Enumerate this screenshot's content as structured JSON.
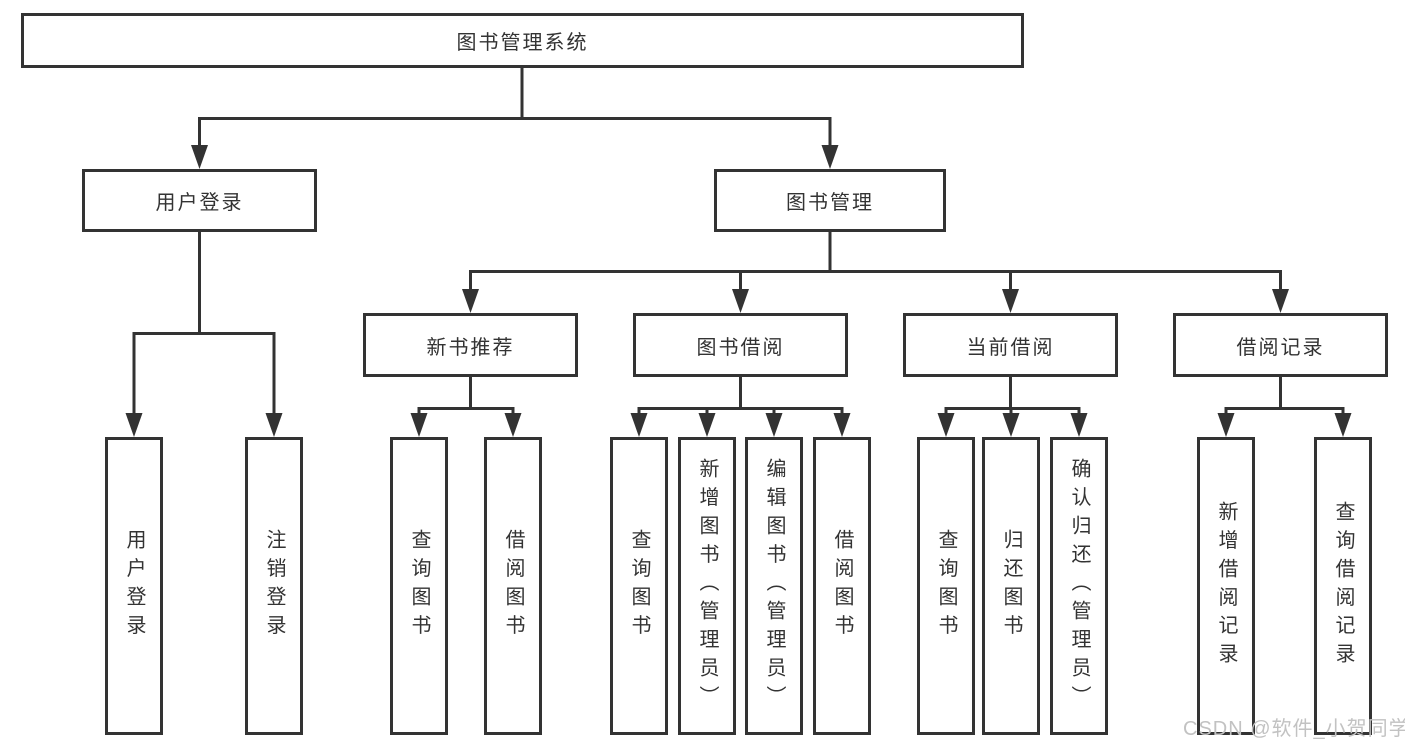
{
  "nodes": {
    "root": "图书管理系统",
    "level2": {
      "user_login": "用户登录",
      "book_mgmt": "图书管理"
    },
    "level3": {
      "new_books": "新书推荐",
      "book_borrow": "图书借阅",
      "current_borrow": "当前借阅",
      "borrow_records": "借阅记录"
    },
    "leaves": {
      "user_login": [
        "用户登录",
        "注销登录"
      ],
      "new_books": [
        "查询图书",
        "借阅图书"
      ],
      "book_borrow": [
        "查询图书",
        "新增图书（管理员）",
        "编辑图书（管理员）",
        "借阅图书"
      ],
      "current_borrow": [
        "查询图书",
        "归还图书",
        "确认归还（管理员）"
      ],
      "borrow_records": [
        "新增借阅记录",
        "查询借阅记录"
      ]
    }
  },
  "watermark": "CSDN @软件_小贺同学",
  "colors": {
    "line": "#333333",
    "text": "#333333",
    "box_background": "#ffffff",
    "watermark": "#c2c2c2"
  }
}
